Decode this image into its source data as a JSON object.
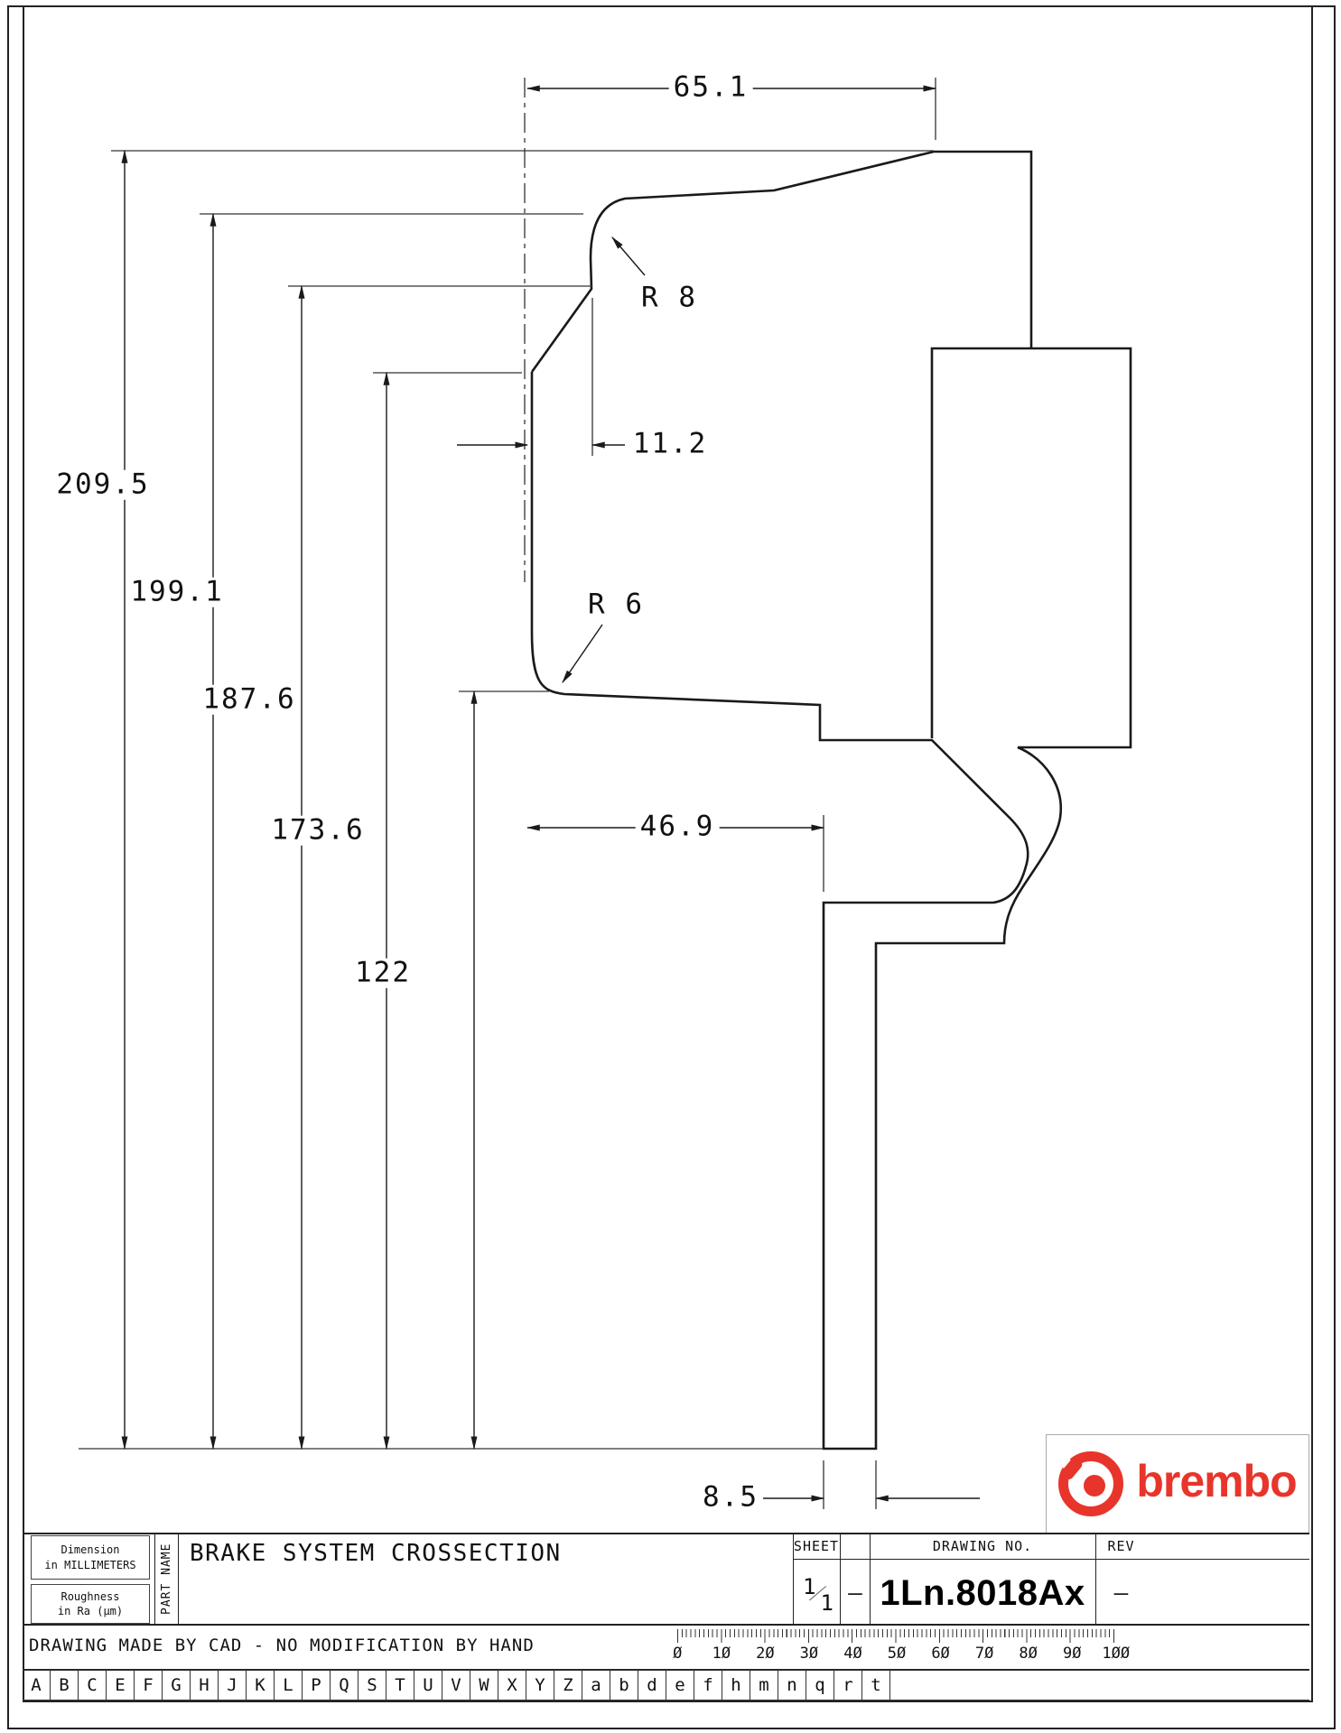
{
  "page": {
    "bg": "#ffffff",
    "line_color": "#1a1a1a",
    "accent_red": "#e8352b"
  },
  "annotations": {
    "dim_width_top": "65.1",
    "dim_radius_top": "R 8",
    "dim_width_upper": "11.2",
    "dim_height_total": "209.5",
    "dim_height_2": "199.1",
    "dim_height_3": "187.6",
    "dim_height_4": "173.6",
    "dim_height_5": "122",
    "dim_radius_mid": "R 6",
    "dim_width_mid": "46.9",
    "dim_width_bottom": "8.5"
  },
  "title_block": {
    "dimension_note_line1": "Dimension",
    "dimension_note_line2": "in MILLIMETERS",
    "roughness_note_line1": "Roughness",
    "roughness_note_line2": "in Ra (µm)",
    "part_name_label": "PART NAME",
    "part_title": "BRAKE SYSTEM CROSSECTION",
    "sheet_label": "SHEET",
    "sheet_numerator": "1",
    "sheet_denominator": "1",
    "sheet_dash": "—",
    "drawing_no_label": "DRAWING NO.",
    "drawing_no_value": "1Ln.8018Ax",
    "rev_label": "REV",
    "rev_value": "—"
  },
  "footer": {
    "cad_note": "DRAWING MADE BY CAD - NO MODIFICATION BY HAND",
    "ruler_labels": [
      "Ø",
      "1Ø",
      "2Ø",
      "3Ø",
      "4Ø",
      "5Ø",
      "6Ø",
      "7Ø",
      "8Ø",
      "9Ø",
      "1ØØ"
    ],
    "index_letters": [
      "A",
      "B",
      "C",
      "E",
      "F",
      "G",
      "H",
      "J",
      "K",
      "L",
      "P",
      "Q",
      "S",
      "T",
      "U",
      "V",
      "W",
      "X",
      "Y",
      "Z",
      "a",
      "b",
      "d",
      "e",
      "f",
      "h",
      "m",
      "n",
      "q",
      "r",
      "t"
    ]
  },
  "logo": {
    "wordmark": "brembo"
  }
}
